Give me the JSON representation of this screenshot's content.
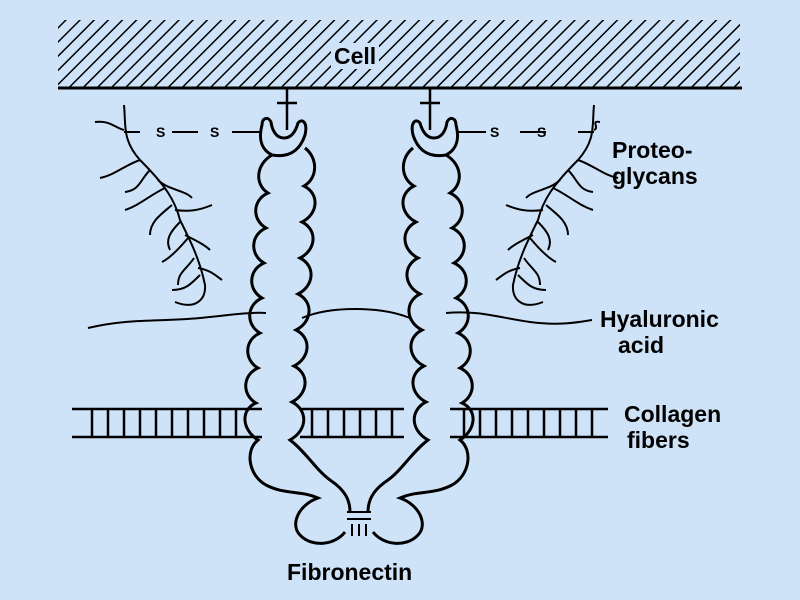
{
  "labels": {
    "cell": "Cell",
    "proteoglycans_line1": "Proteo-",
    "proteoglycans_line2": "glycans",
    "hyaluronic_line1": "Hyaluronic",
    "hyaluronic_line2": "acid",
    "collagen_line1": "Collagen",
    "collagen_line2": "fibers",
    "fibronectin": "Fibronectin",
    "disulfide": "S"
  },
  "colors": {
    "background": "#cfe3f8",
    "ink": "#000000"
  }
}
